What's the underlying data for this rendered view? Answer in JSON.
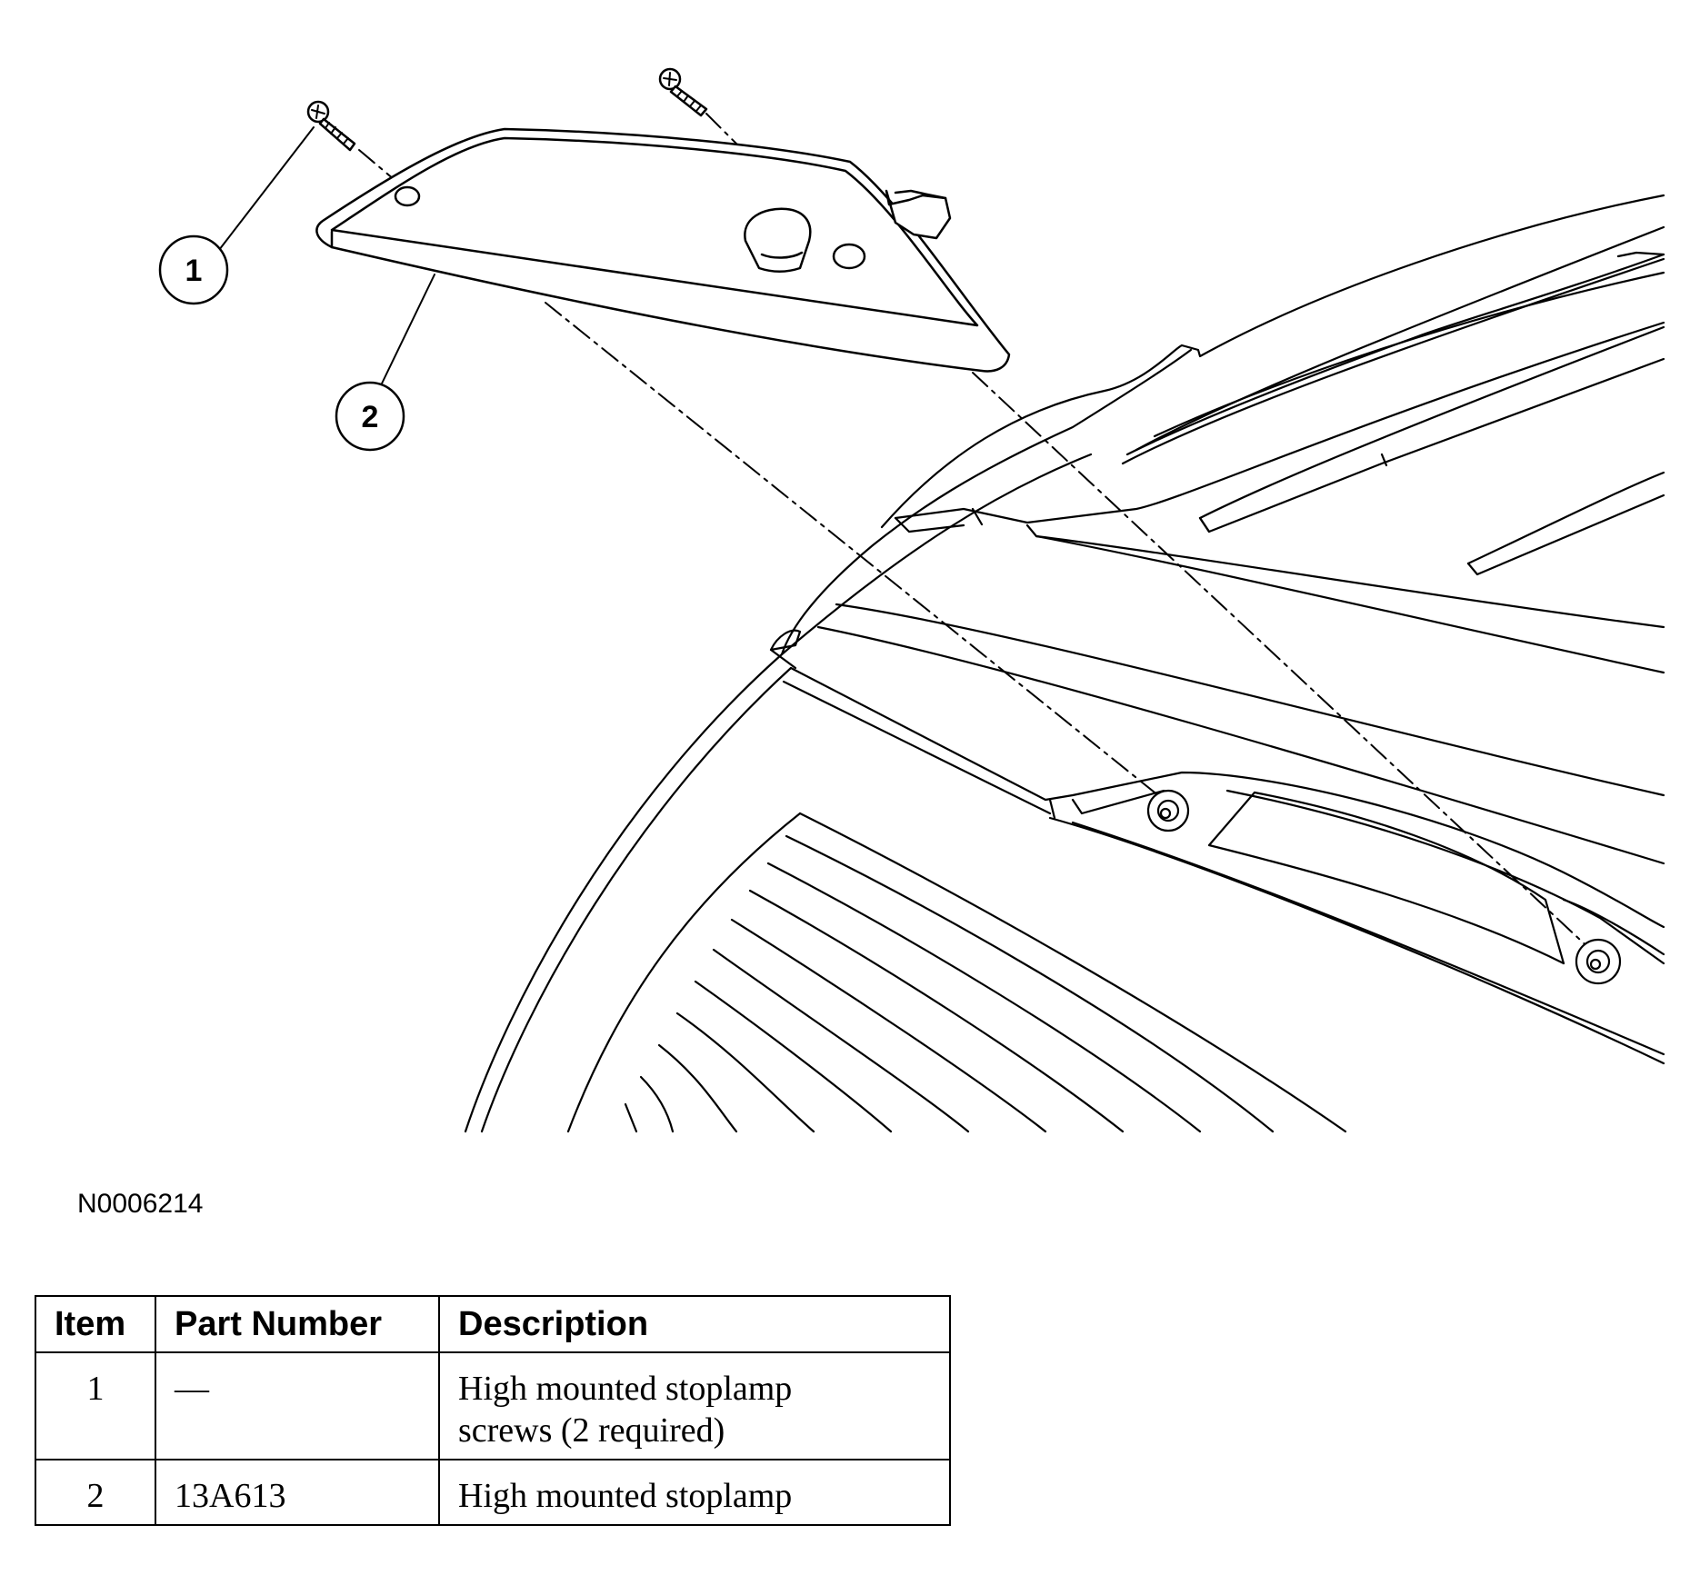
{
  "callouts": [
    {
      "number": "1",
      "target": "High mounted stoplamp screws"
    },
    {
      "number": "2",
      "target": "High mounted stoplamp"
    }
  ],
  "figure_id": "N0006214",
  "table": {
    "headers": [
      "Item",
      "Part Number",
      "Description"
    ],
    "rows": [
      {
        "item": "1",
        "part_number": "—",
        "description_lines": [
          "High mounted stoplamp",
          "screws (2 required)"
        ]
      },
      {
        "item": "2",
        "part_number": "13A613",
        "description_lines": [
          "High mounted stoplamp"
        ]
      }
    ]
  }
}
